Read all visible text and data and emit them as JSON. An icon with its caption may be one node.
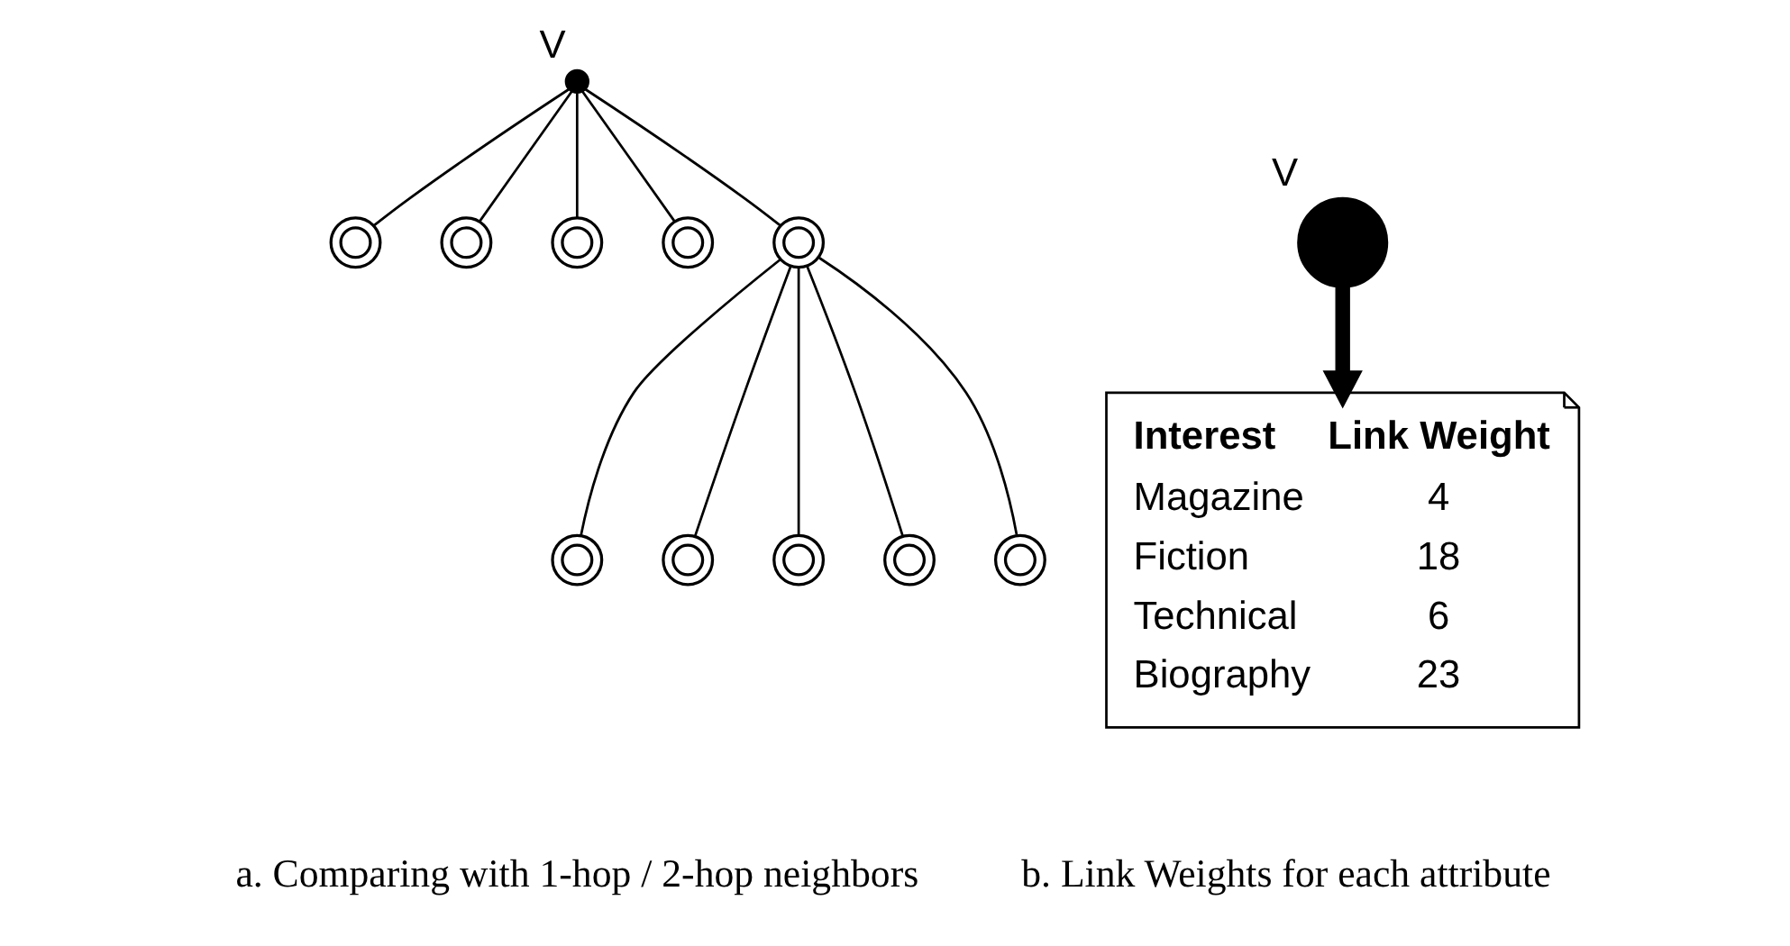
{
  "diagram": {
    "nodes": [
      {
        "text": [],
        "shape": "circle",
        "beside": [
          "V"
        ]
      },
      {
        "text": [],
        "shape": "circle"
      },
      {
        "text": [],
        "shape": "circle"
      },
      {
        "text": [],
        "shape": "circle"
      },
      {
        "text": [],
        "shape": "circle"
      },
      {
        "text": [],
        "shape": "circle"
      },
      {
        "text": [],
        "shape": "circle"
      },
      {
        "text": [],
        "shape": "circle"
      },
      {
        "text": [],
        "shape": "circle"
      },
      {
        "text": [],
        "shape": "circle"
      },
      {
        "text": [],
        "shape": "circle"
      },
      {
        "text": [],
        "shape": "circle",
        "beside": [
          "V"
        ]
      },
      {
        "text": [
          "Interest",
          "Link Weight",
          "Magazine",
          "4",
          "Fiction",
          "18",
          "Technical",
          "6",
          "Biography",
          "23"
        ]
      }
    ],
    "edges": [
      {
        "from": 0,
        "to": 1,
        "arrow": "none"
      },
      {
        "from": 0,
        "to": 2,
        "arrow": "none"
      },
      {
        "from": 0,
        "to": 3,
        "arrow": "none"
      },
      {
        "from": 0,
        "to": 4,
        "arrow": "none"
      },
      {
        "from": 0,
        "to": 5,
        "arrow": "none"
      },
      {
        "from": 5,
        "to": 6,
        "arrow": "none"
      },
      {
        "from": 5,
        "to": 7,
        "arrow": "none"
      },
      {
        "from": 5,
        "to": 8,
        "arrow": "none"
      },
      {
        "from": 5,
        "to": 9,
        "arrow": "none"
      },
      {
        "from": 5,
        "to": 10,
        "arrow": "none"
      },
      {
        "from": 11,
        "to": 12,
        "arrow": "to",
        "style": "thick"
      }
    ],
    "labels": [
      "a. Comparing with 1-hop / 2-hop neighbors",
      "b. Link Weights for each attribute"
    ]
  }
}
